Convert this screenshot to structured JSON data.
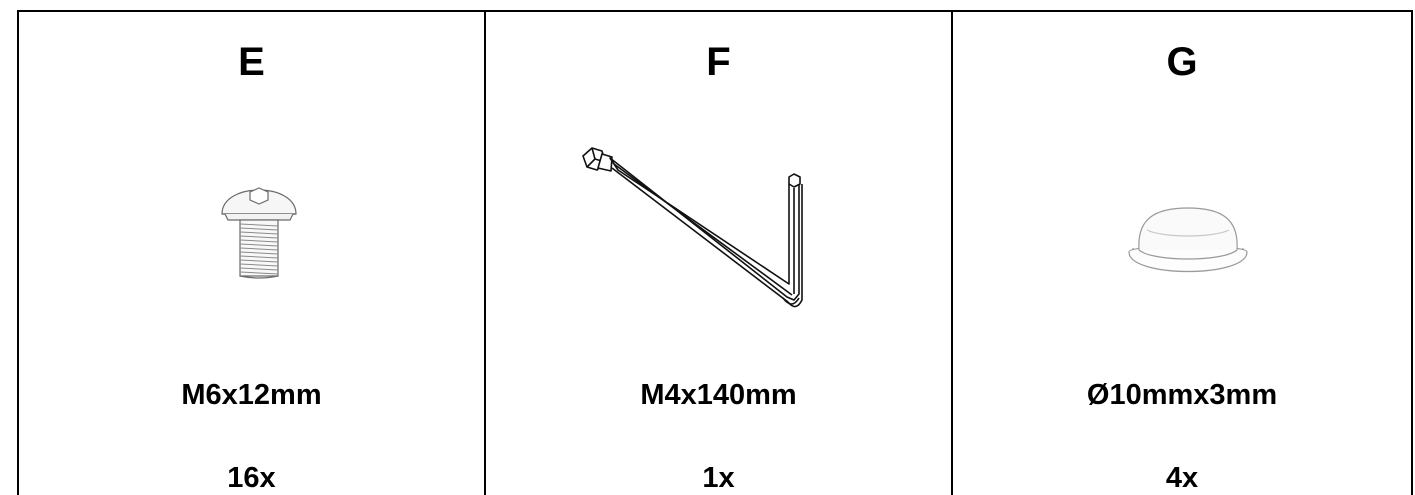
{
  "parts": [
    {
      "letter": "E",
      "size": "M6x12mm",
      "quantity": "16x",
      "icon": "button-head-bolt-icon"
    },
    {
      "letter": "F",
      "size": "M4x140mm",
      "quantity": "1x",
      "icon": "allen-key-icon"
    },
    {
      "letter": "G",
      "size": "Ø10mmx3mm",
      "quantity": "4x",
      "icon": "rubber-bumper-foot-icon"
    }
  ]
}
